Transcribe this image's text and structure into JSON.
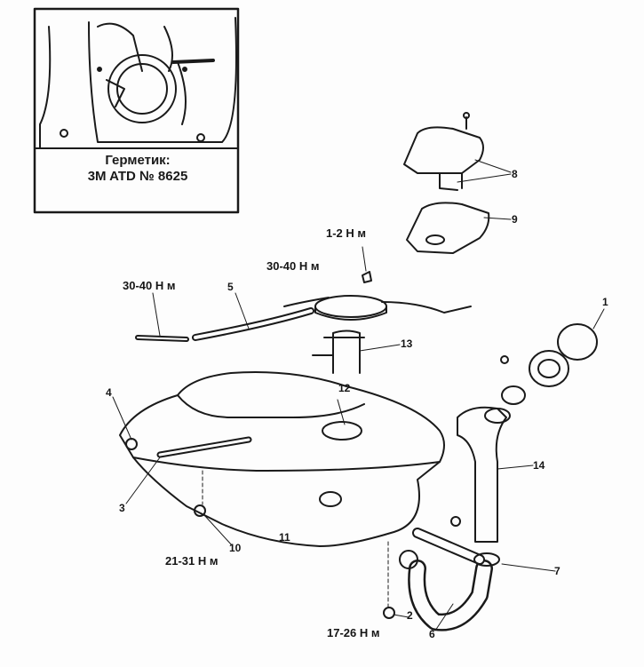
{
  "inset": {
    "caption_line1": "Герметик:",
    "caption_line2": "3M ATD № 8625"
  },
  "torques": {
    "t_1_2": "1-2 Н м",
    "t_30_40_pump": "30-40 Н м",
    "t_30_40_line": "30-40 Н м",
    "t_21_31": "21-31 Н м",
    "t_17_26": "17-26 Н м"
  },
  "callouts": [
    "1",
    "2",
    "3",
    "4",
    "5",
    "6",
    "7",
    "8",
    "9",
    "10",
    "11",
    "12",
    "13",
    "14"
  ],
  "colors": {
    "ink": "#151515",
    "paper": "#fdfdfd"
  }
}
